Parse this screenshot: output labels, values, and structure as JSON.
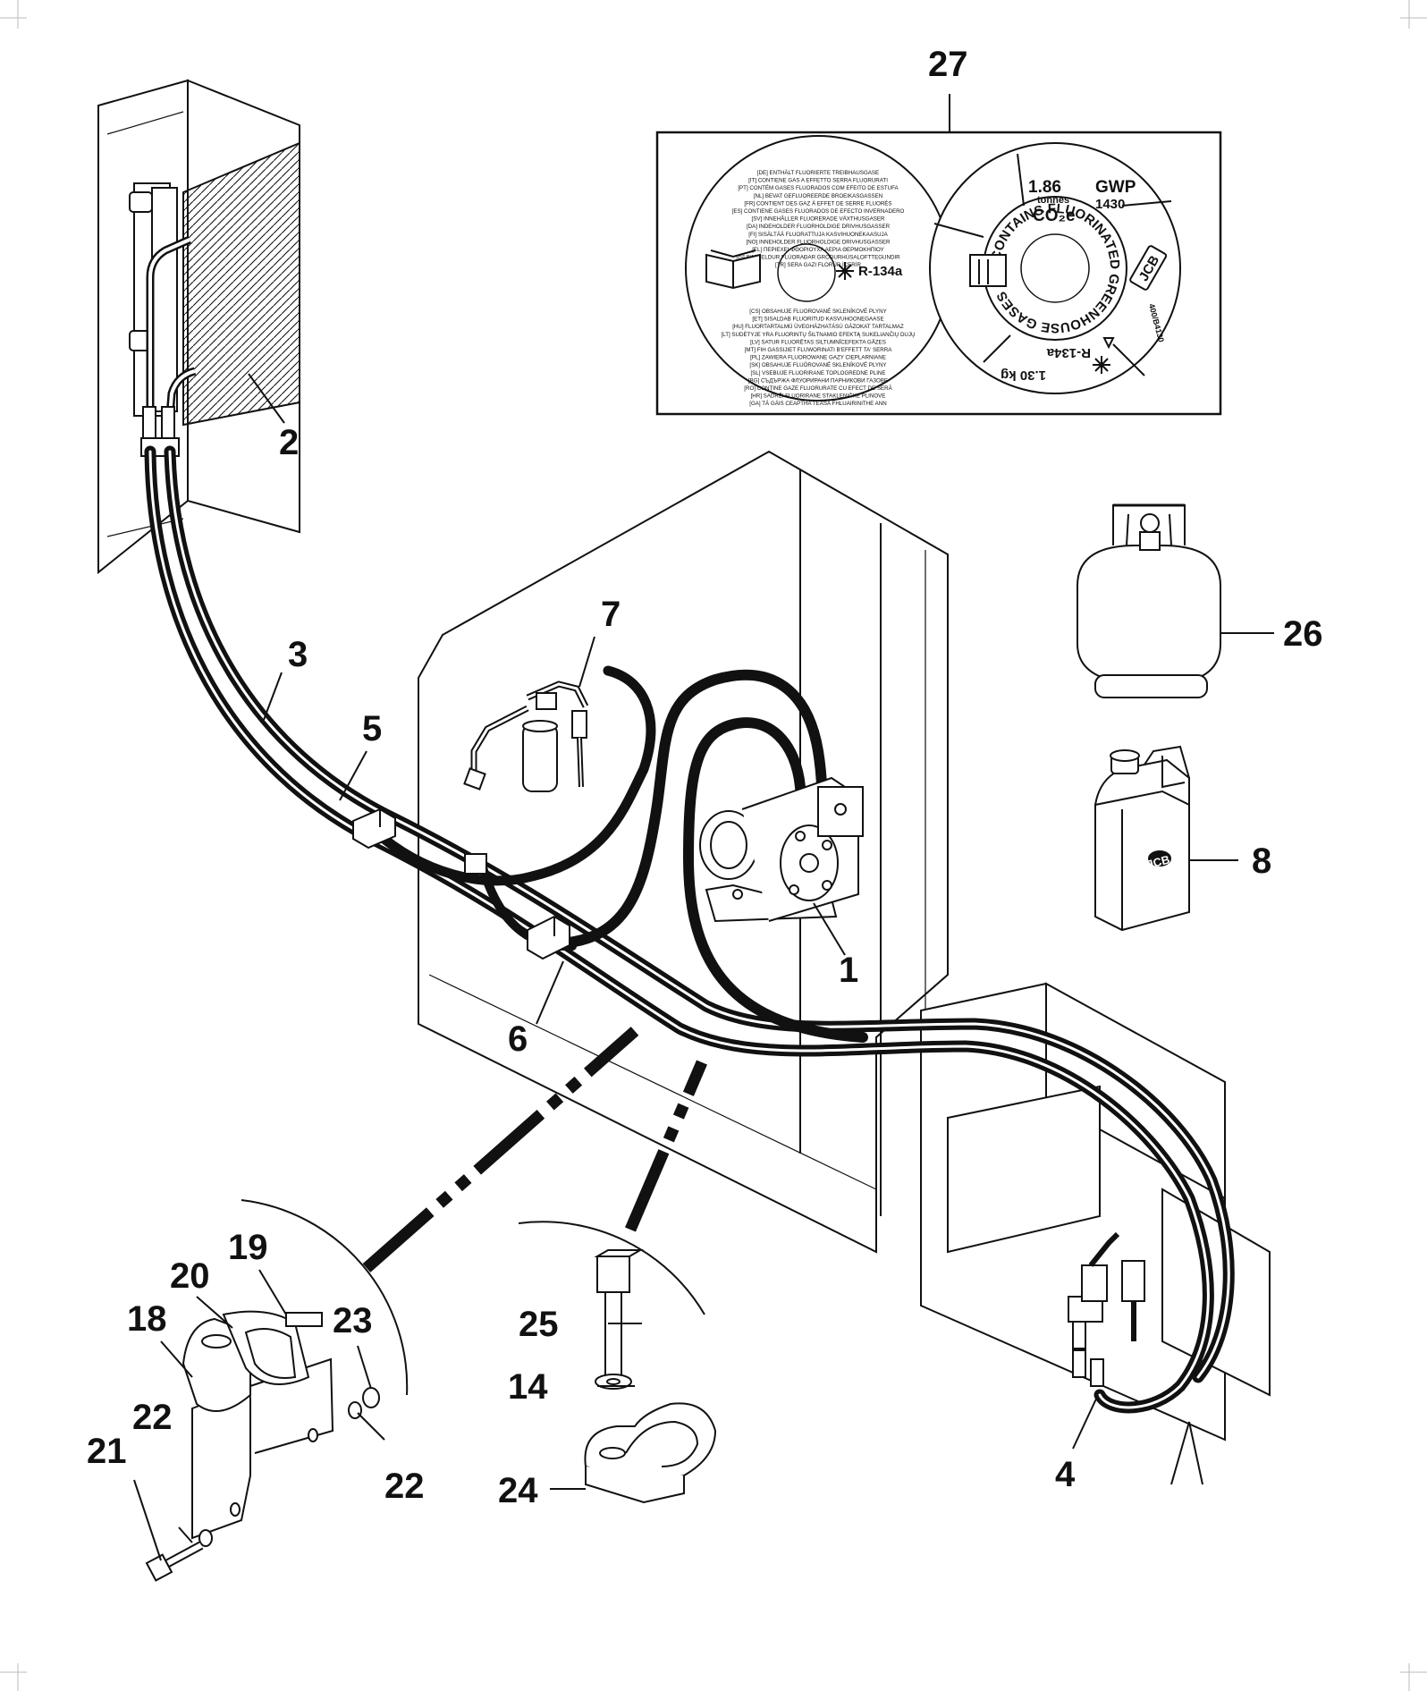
{
  "callouts": {
    "c1": "1",
    "c2": "2",
    "c3": "3",
    "c4": "4",
    "c5": "5",
    "c6": "6",
    "c7": "7",
    "c8": "8",
    "c14": "14",
    "c18": "18",
    "c19": "19",
    "c20": "20",
    "c21": "21",
    "c22a": "22",
    "c22b": "22",
    "c23": "23",
    "c24": "24",
    "c25": "25",
    "c26": "26",
    "c27": "27"
  },
  "decal_left": {
    "lines_top": [
      "[DE] ENTHÄLT FLUORIERTE TREIBHAUSGASE",
      "[IT] CONTIENE GAS A EFFETTO SERRA FLUORURATI",
      "[PT] CONTÉM GASES FLUORADOS COM EFEITO DE ESTUFA",
      "[NL] BEVAT GEFLUOREERDE BROEIKASGASSEN",
      "[FR] CONTIENT DES GAZ À EFFET DE SERRE FLUORÉS",
      "[ES] CONTIENE GASES FLUORADOS DE EFECTO INVERNADERO",
      "[SV] INNEHÅLLER FLUORERADE VÄXTHUSGASER",
      "[DA] INDEHOLDER FLUORHOLDIGE DRIVHUSGASSER",
      "[FI] SISÄLTÄÄ FLUORATTUJA KASVIHUONEKAASUJA",
      "[NO] INNEHOLDER FLUORHOLDIGE DRIVHUSGASSER",
      "[EL] ΠΕΡΙΕΧΕΙ ΦΘΟΡΙΟΥΧΑ ΑΕΡΙΑ ΘΕΡΜΟΚΗΠΙΟΥ",
      "[IS] INNIHELDUR FLÚORAÐAR GRÓÐURHÚSALOFTTEGUNDIR",
      "[TR] SERA GAZI FLORÜR İÇERİR"
    ],
    "refrigerant": "R-134a",
    "lines_bottom": [
      "[CS] OBSAHUJE FLUOROVANÉ SKLENÍKOVÉ PLYNY",
      "[ET] SISALDAB FLUORITUD KASVUHOONEGAASE",
      "[HU] FLUORTARTALMÚ ÜVEGHÁZHATÁSÚ GÁZOKAT TARTALMAZ",
      "[LT] SUDĖTYJE YRA FLUORINTŲ ŠILTNAMIO EFEKTĄ SUKELIANČIŲ DUJŲ",
      "[LV] SATUR FLUORĒTAS SILTUMNĪCEFEKTA GĀZES",
      "[MT] FIH GASSIJIET FLUWORINATI B'EFFETT TA' SERRA",
      "[PL] ZAWIERA FLUOROWANE GAZY CIEPLARNIANE",
      "[SK] OBSAHUJE FLUÓROVANÉ SKLENÍKOVÉ PLYNY",
      "[SL] VSEBUJE FLUORIRANE TOPLOGREDNE PLINE",
      "[BG] СЪДЪРЖА ФЛУОРИРАНИ ПАРНИКОВИ ГАЗОВЕ",
      "[RO] CONȚINE GAZE FLUORURATE CU EFECT DE SERĂ",
      "[HR] SADRŽI FLUORIRANE STAKLENIČKE PLINOVE",
      "[GA] TÁ GÁIS CEAPTHA TEASA FHLUAIRINITHE ANN"
    ]
  },
  "decal_right": {
    "co2_value": "1.86",
    "co2_unit": "tonnes",
    "co2_label": "CO₂e",
    "gwp_label": "GWP",
    "gwp_value": "1430",
    "ring_text": "CONTAINS FLUORINATED GREENHOUSE GASES",
    "refrigerant": "R-134a",
    "charge": "1.30 kg",
    "part_number": "400/B4130",
    "logo": "JCB"
  },
  "jug_logo": "JCB"
}
